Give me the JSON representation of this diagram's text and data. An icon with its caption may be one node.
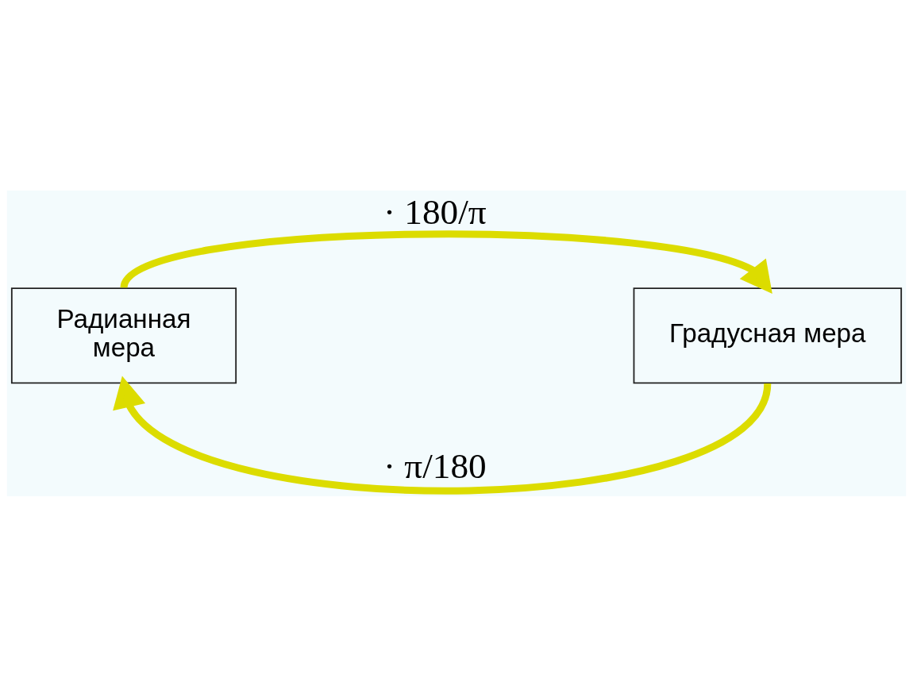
{
  "diagram": {
    "nodes": [
      {
        "text": [
          "Радианная мера"
        ]
      },
      {
        "text": [
          "Градусная мера"
        ]
      }
    ],
    "edges": [
      {
        "from": 0,
        "to": 1,
        "arrow": "to",
        "label": "· 180/π"
      },
      {
        "from": 1,
        "to": 0,
        "arrow": "to",
        "label": "· π/180"
      }
    ]
  }
}
